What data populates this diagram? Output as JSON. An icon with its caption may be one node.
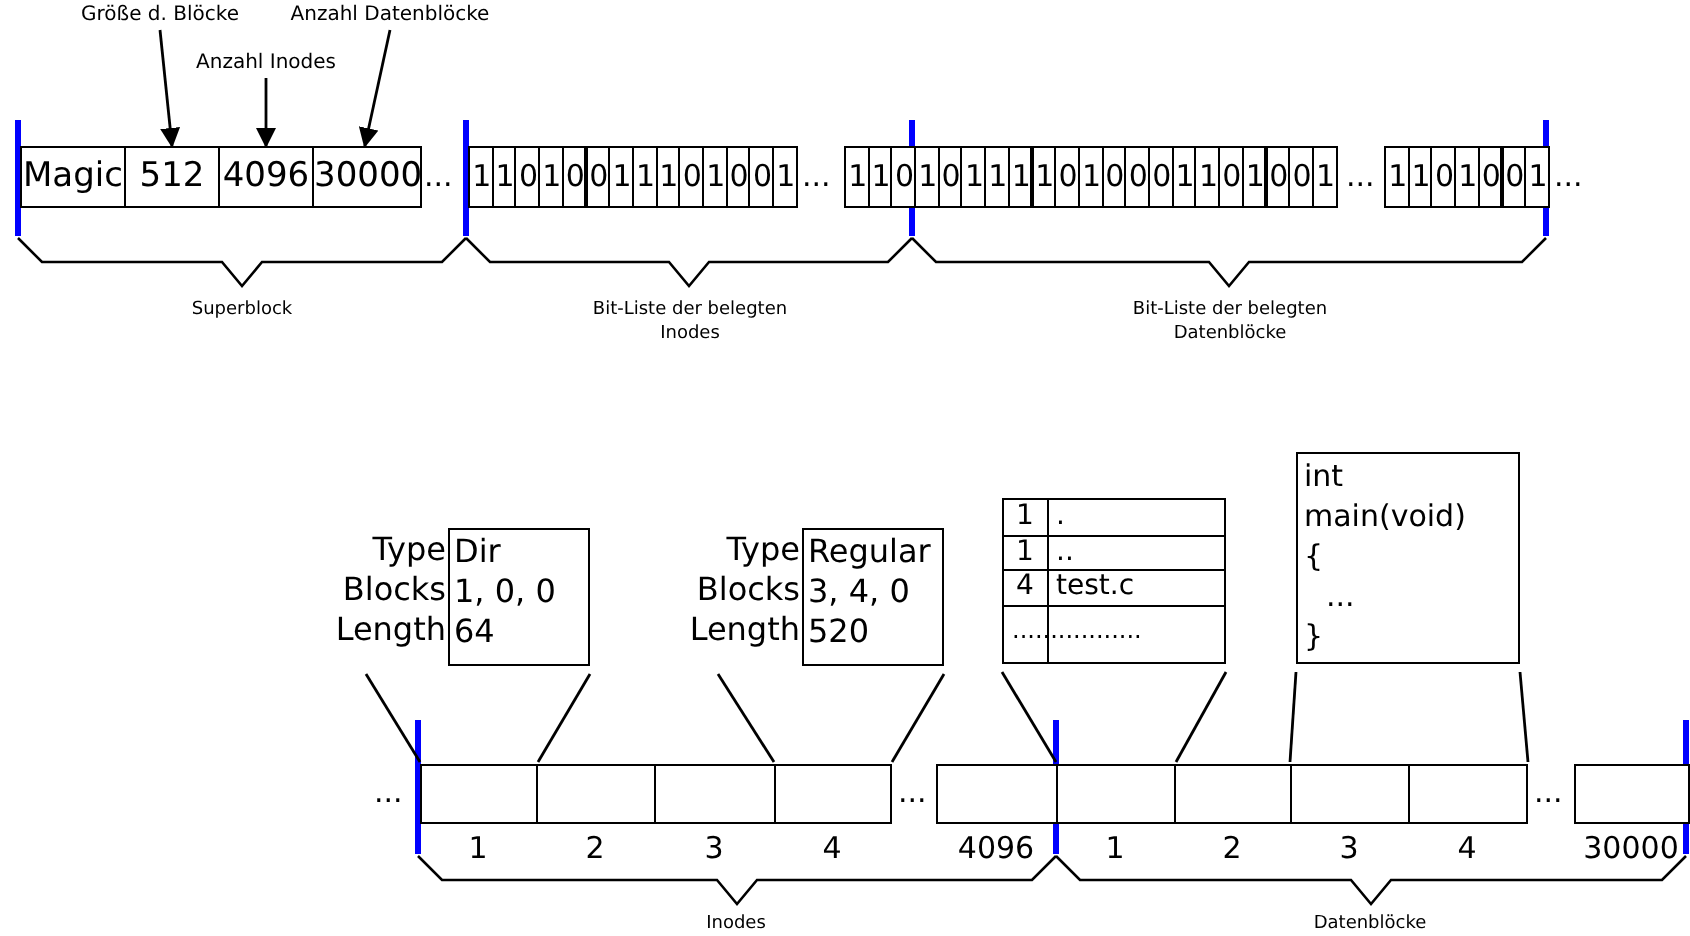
{
  "diagram": {
    "nodes": [
      {
        "text": [
          "Größe d. Blöcke"
        ]
      },
      {
        "text": [
          "Anzahl Datenblöcke"
        ]
      },
      {
        "text": [
          "Anzahl Inodes"
        ]
      },
      {
        "text": [
          "Magic"
        ]
      },
      {
        "text": [
          "512"
        ]
      },
      {
        "text": [
          "4096"
        ]
      },
      {
        "text": [
          "30000"
        ]
      },
      {
        "text": [
          "1"
        ]
      },
      {
        "text": [
          "1"
        ]
      },
      {
        "text": [
          "0"
        ]
      },
      {
        "text": [
          "1"
        ]
      },
      {
        "text": [
          "0"
        ]
      },
      {
        "text": [
          "0"
        ]
      },
      {
        "text": [
          "1"
        ]
      },
      {
        "text": [
          "1"
        ]
      },
      {
        "text": [
          "1"
        ]
      },
      {
        "text": [
          "0"
        ]
      },
      {
        "text": [
          "1"
        ]
      },
      {
        "text": [
          "0"
        ]
      },
      {
        "text": [
          "0"
        ]
      },
      {
        "text": [
          "1"
        ]
      },
      {
        "text": [
          "1"
        ]
      },
      {
        "text": [
          "1"
        ]
      },
      {
        "text": [
          "0"
        ]
      },
      {
        "text": [
          "1"
        ]
      },
      {
        "text": [
          "0"
        ]
      },
      {
        "text": [
          "1"
        ]
      },
      {
        "text": [
          "1"
        ]
      },
      {
        "text": [
          "1"
        ]
      },
      {
        "text": [
          "1"
        ]
      },
      {
        "text": [
          "0"
        ]
      },
      {
        "text": [
          "1"
        ]
      },
      {
        "text": [
          "0"
        ]
      },
      {
        "text": [
          "0"
        ]
      },
      {
        "text": [
          "0"
        ]
      },
      {
        "text": [
          "1"
        ]
      },
      {
        "text": [
          "1"
        ]
      },
      {
        "text": [
          "0"
        ]
      },
      {
        "text": [
          "1"
        ]
      },
      {
        "text": [
          "0"
        ]
      },
      {
        "text": [
          "0"
        ]
      },
      {
        "text": [
          "1"
        ]
      },
      {
        "text": [
          "1"
        ]
      },
      {
        "text": [
          "1"
        ]
      },
      {
        "text": [
          "0"
        ]
      },
      {
        "text": [
          "1"
        ]
      },
      {
        "text": [
          "0"
        ]
      },
      {
        "text": [
          "0"
        ]
      },
      {
        "text": [
          "1"
        ]
      },
      {
        "text": [
          "Dir",
          "1, 0, 0",
          "64"
        ],
        "beside": [
          "Type",
          "Blocks",
          "Length"
        ]
      },
      {
        "text": [
          "Regular",
          "3, 4, 0",
          "520"
        ],
        "beside": [
          "Type",
          "Blocks",
          "Length"
        ]
      },
      {
        "text": [
          "1",
          ".",
          "1",
          "..",
          "4",
          "test.c",
          "................."
        ]
      },
      {
        "text": [
          "int",
          "main(void)",
          "{",
          "...",
          "}"
        ]
      },
      {
        "text": [],
        "shape": "box",
        "beside": [
          "1"
        ]
      },
      {
        "text": [],
        "shape": "box",
        "beside": [
          "2"
        ]
      },
      {
        "text": [],
        "shape": "box",
        "beside": [
          "3"
        ]
      },
      {
        "text": [],
        "shape": "box",
        "beside": [
          "4"
        ]
      },
      {
        "text": [],
        "shape": "box",
        "beside": [
          "4096"
        ]
      },
      {
        "text": [],
        "shape": "box",
        "beside": [
          "1"
        ]
      },
      {
        "text": [],
        "shape": "box",
        "beside": [
          "2"
        ]
      },
      {
        "text": [],
        "shape": "box",
        "beside": [
          "3"
        ]
      },
      {
        "text": [],
        "shape": "box",
        "beside": [
          "4"
        ]
      },
      {
        "text": [],
        "shape": "box",
        "beside": [
          "30000"
        ]
      }
    ],
    "edges": [
      {
        "from": 0,
        "to": 4,
        "arrow": "to"
      },
      {
        "from": 2,
        "to": 5,
        "arrow": "to"
      },
      {
        "from": 1,
        "to": 6,
        "arrow": "to"
      },
      {
        "from": 49,
        "to": 53,
        "arrow": "none"
      },
      {
        "from": 49,
        "to": 53,
        "arrow": "none"
      },
      {
        "from": 50,
        "to": 56,
        "arrow": "none"
      },
      {
        "from": 50,
        "to": 56,
        "arrow": "none"
      },
      {
        "from": 51,
        "to": 58,
        "arrow": "none"
      },
      {
        "from": 51,
        "to": 58,
        "arrow": "none"
      },
      {
        "from": 52,
        "to": 60,
        "arrow": "none"
      },
      {
        "from": 52,
        "to": 61,
        "arrow": "none"
      }
    ],
    "labels": [
      "...",
      "...",
      "...",
      "...",
      "Superblock",
      "Bit-Liste der belegten Inodes",
      "Bit-Liste der belegten Datenblöcke",
      "...",
      "...",
      "...",
      "Inodes",
      "Datenblöcke"
    ]
  }
}
